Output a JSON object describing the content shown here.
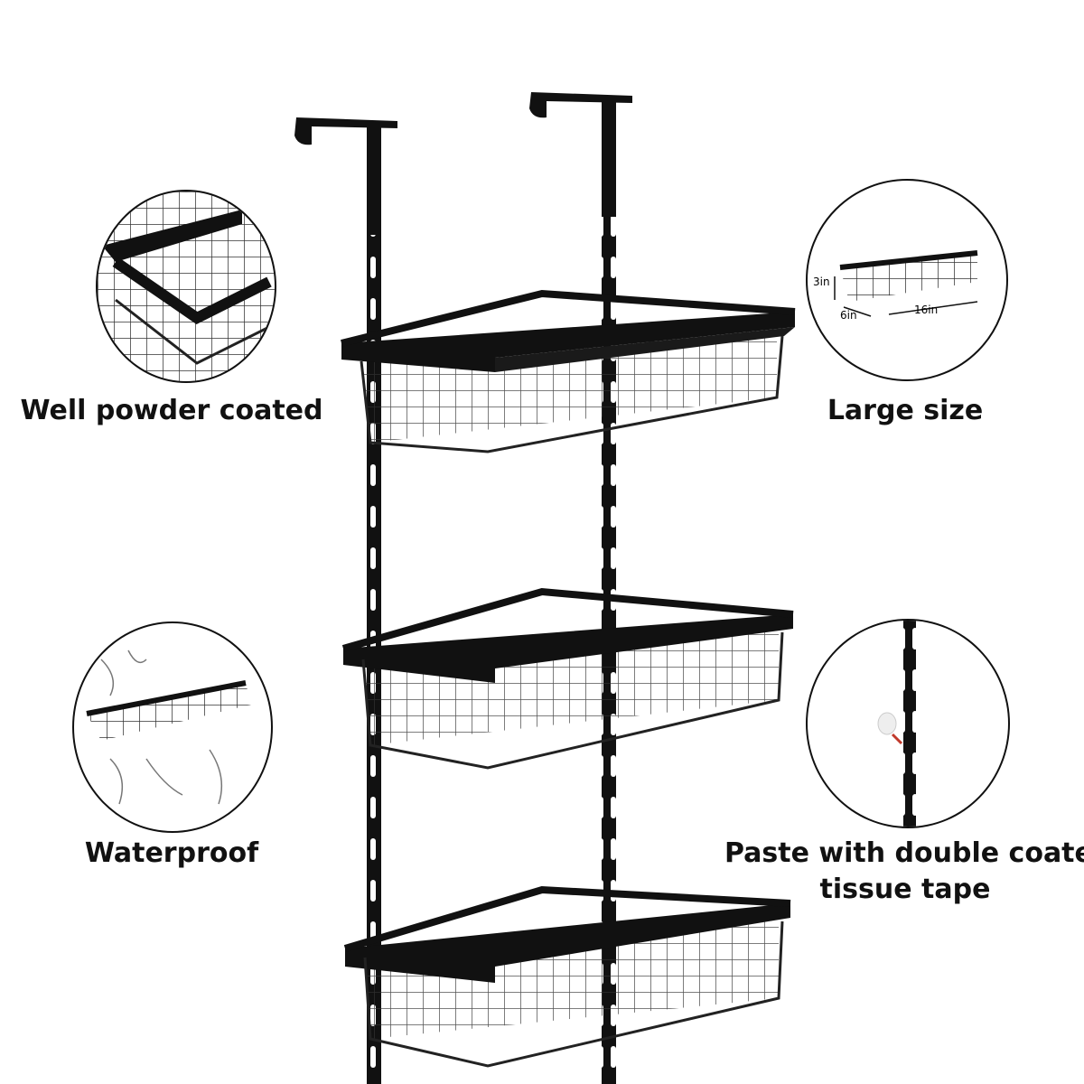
{
  "features": [
    {
      "id": "coated",
      "label": "Well powder coated"
    },
    {
      "id": "size",
      "label": "Large size",
      "dims": {
        "height": "3in",
        "depth": "6in",
        "width": "16in"
      }
    },
    {
      "id": "waterproof",
      "label": "Waterproof"
    },
    {
      "id": "tape",
      "label_line1": "Paste with double coated",
      "label_line2": "tissue tape"
    }
  ],
  "colors": {
    "frame": "#111111",
    "wire": "#222222",
    "background": "#ffffff",
    "accent": "#c0392b"
  }
}
